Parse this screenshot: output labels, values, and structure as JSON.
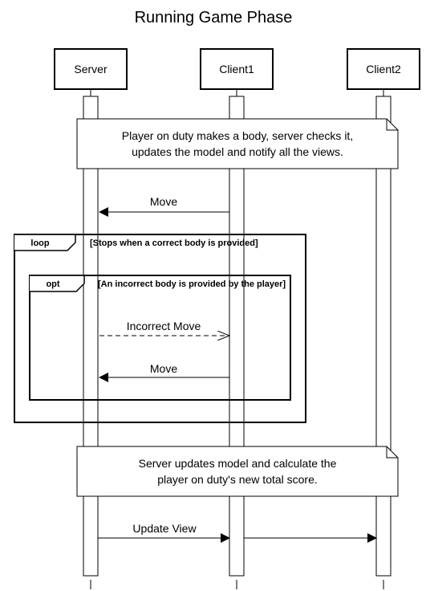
{
  "title": "Running Game Phase",
  "participants": [
    {
      "id": "server",
      "label": "Server"
    },
    {
      "id": "client1",
      "label": "Client1"
    },
    {
      "id": "client2",
      "label": "Client2"
    }
  ],
  "notes": {
    "top": {
      "line1": "Player on duty makes a body, server checks it,",
      "line2": "updates the model and notify all the views."
    },
    "bottom": {
      "line1": "Server updates model and calculate the",
      "line2": "player on duty's new total score."
    }
  },
  "messages": {
    "move_1": {
      "label": "Move",
      "from": "Client1",
      "to": "Server",
      "style": "solid"
    },
    "incorrect_move": {
      "label": "Incorrect Move",
      "from": "Server",
      "to": "Client1",
      "style": "dashed"
    },
    "move_2": {
      "label": "Move",
      "from": "Client1",
      "to": "Server",
      "style": "solid"
    },
    "update_view": {
      "label": "Update View",
      "from": "Server",
      "to": "Client1, Client2",
      "style": "solid"
    }
  },
  "frames": {
    "loop": {
      "operator": "loop",
      "guard": "[Stops when a correct body is provided]"
    },
    "opt": {
      "operator": "opt",
      "guard": "[An incorrect body is provided by the player]"
    }
  }
}
